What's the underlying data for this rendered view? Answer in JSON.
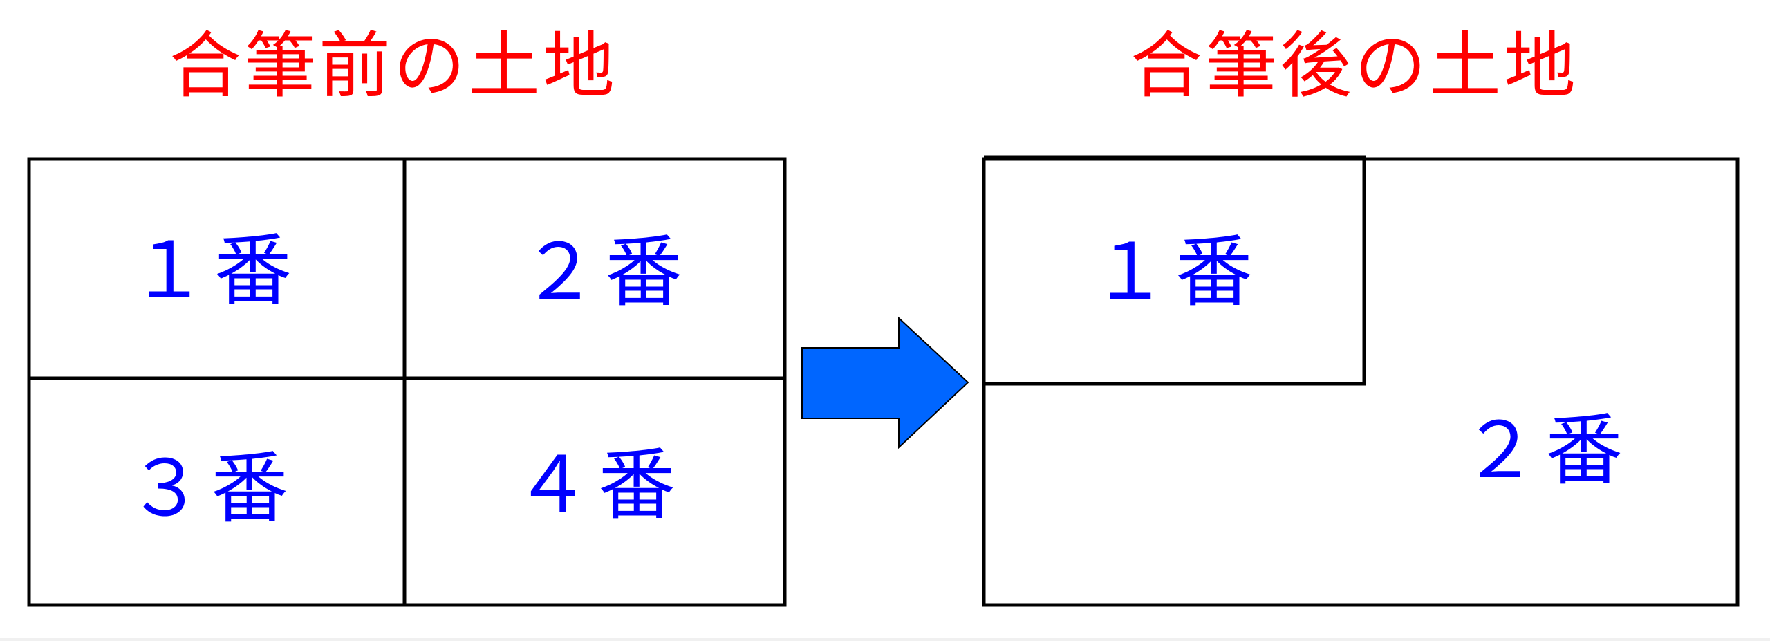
{
  "colors": {
    "title": "#ff0000",
    "label": "#0000ff",
    "arrow_fill": "#0066ff",
    "line": "#000000"
  },
  "before": {
    "title": "合筆前の土地",
    "parcels": [
      {
        "id": "1",
        "label": "１番"
      },
      {
        "id": "2",
        "label": "２番"
      },
      {
        "id": "3",
        "label": "３番"
      },
      {
        "id": "4",
        "label": "４番"
      }
    ]
  },
  "arrow": {
    "icon": "right-arrow-icon"
  },
  "after": {
    "title": "合筆後の土地",
    "parcels": [
      {
        "id": "1",
        "label": "１番"
      },
      {
        "id": "2",
        "label": "２番"
      }
    ]
  }
}
